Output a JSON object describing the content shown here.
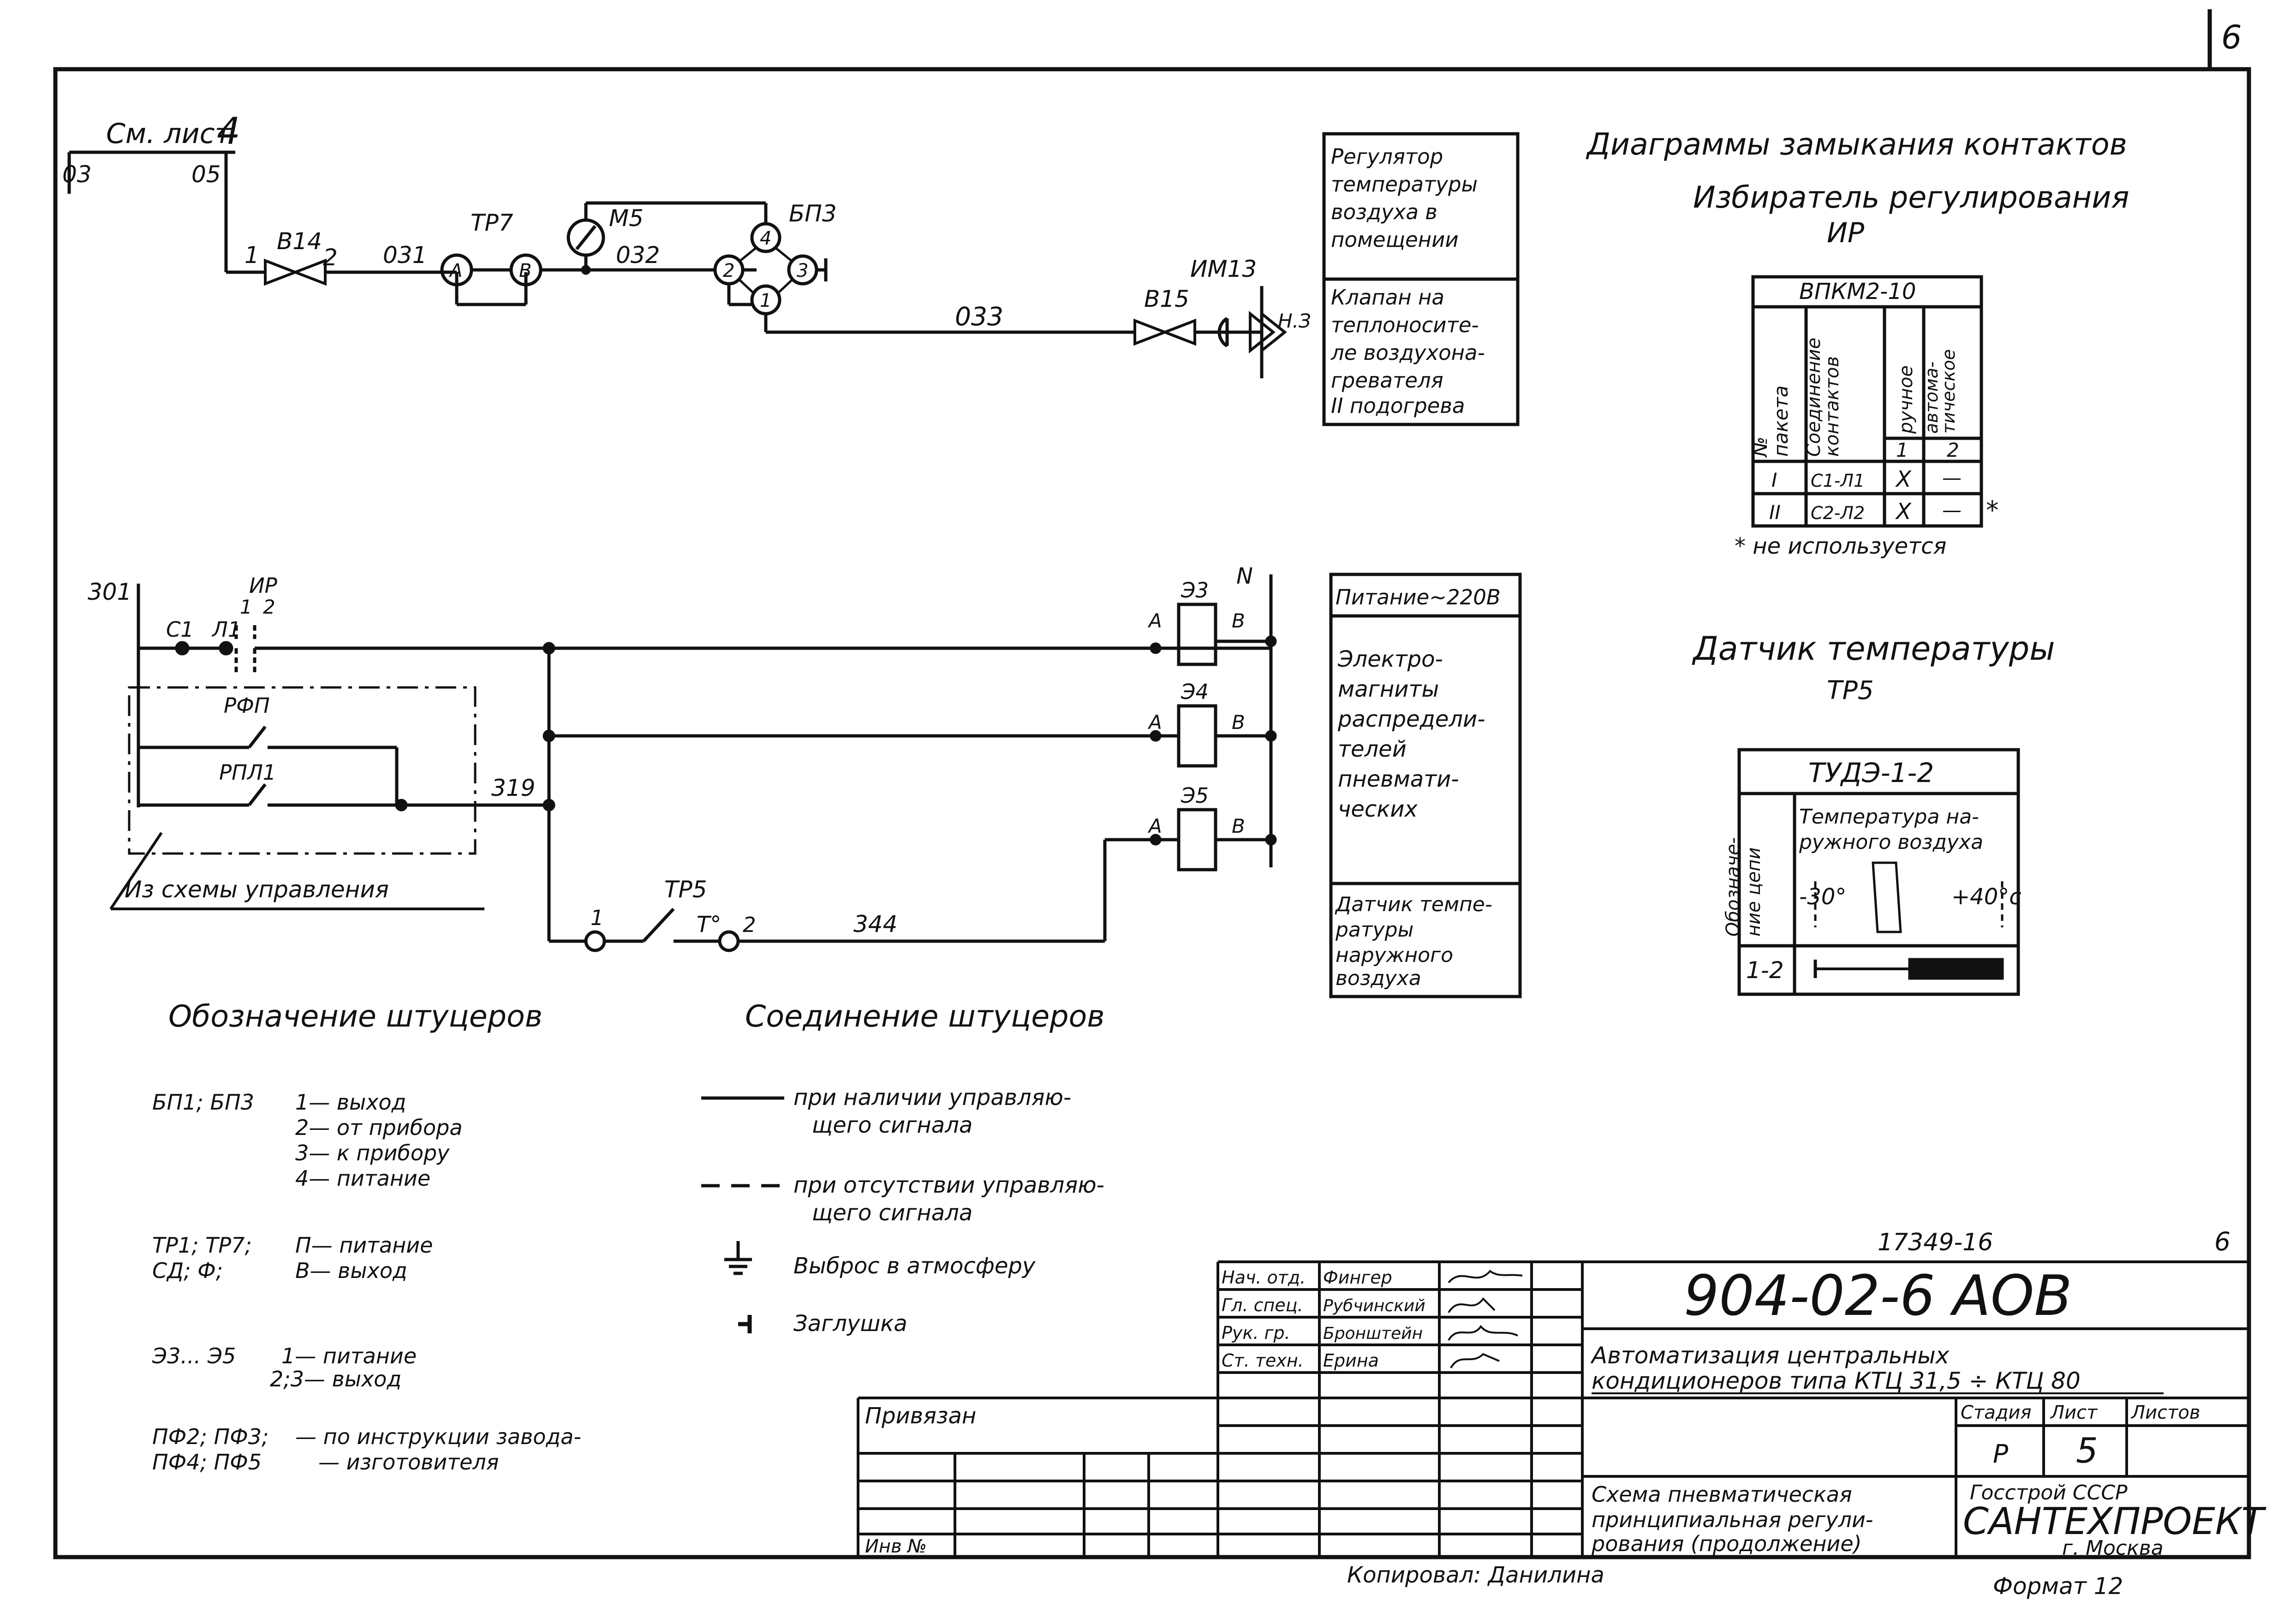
{
  "sheet_number": "6",
  "top": {
    "see_sheet": "См. лист",
    "sheet_ref": "4",
    "l03": "03",
    "l05": "05"
  },
  "pneu": {
    "node1": "1",
    "valve_v14": "В14",
    "node2": "2",
    "l031": "031",
    "tr7": "ТР7",
    "tr7_a": "А",
    "tr7_b": "В",
    "m5": "М5",
    "l032": "032",
    "bp3": "БП3",
    "bp3_1": "1",
    "bp3_2": "2",
    "bp3_3": "3",
    "bp3_4": "4",
    "l033": "033",
    "valve_v15": "В15",
    "im13": "ИМ13",
    "n3": "Н.З"
  },
  "legend_top": {
    "r1": [
      "Регулятор",
      "температуры",
      "воздуха в",
      "помещении"
    ],
    "r2": [
      "Клапан на",
      "теплоносите-",
      "ле воздухона-",
      "гревателя",
      "II подогрева"
    ]
  },
  "elec": {
    "l301": "301",
    "c1": "С1",
    "l1": "Л1",
    "ir": "ИР",
    "ir1": "1",
    "ir2": "2",
    "rfp": "РФП",
    "rpl1": "РПЛ1",
    "l319": "319",
    "from_scheme": "Из схемы управления",
    "tr5": "ТР5",
    "tr5_1": "1",
    "tr5_t": "Т°",
    "tr5_2": "2",
    "l344": "344",
    "n": "N",
    "coils": [
      {
        "name": "Э3",
        "a": "А",
        "b": "В"
      },
      {
        "name": "Э4",
        "a": "А",
        "b": "В"
      },
      {
        "name": "Э5",
        "a": "А",
        "b": "В"
      }
    ]
  },
  "legend_bottom": {
    "r1": [
      "Питание~220В"
    ],
    "r2": [
      "Электро-",
      "магниты",
      "распредели-",
      "телей",
      "пневмати-",
      "ческих"
    ],
    "r3": [
      "Датчик темпе-",
      "ратуры",
      "наружного",
      "воздуха"
    ]
  },
  "contacts": {
    "title": "Диаграммы замыкания контактов",
    "selector_title": "Избиратель регулирования",
    "selector_sub": "ИР",
    "table_title": "ВПКМ2-10",
    "col_pkg": [
      "№",
      "пакета"
    ],
    "col_conn": [
      "Соединение",
      "контактов"
    ],
    "col_manual": "ручное",
    "col_auto": [
      "автома-",
      "тическое"
    ],
    "pos1": "1",
    "pos2": "2",
    "rows": [
      {
        "pkg": "I",
        "conn": "С1-Л1",
        "m": "X",
        "a": "—",
        "note": ""
      },
      {
        "pkg": "II",
        "conn": "С2-Л2",
        "m": "X",
        "a": "—",
        "note": "*"
      }
    ],
    "footnote": "* не используется"
  },
  "sensor": {
    "title": "Датчик температуры",
    "sub": "ТР5",
    "table_title": "ТУДЭ-1-2",
    "col_circuit": [
      "Обозначе-",
      "ние цепи"
    ],
    "col_temp": [
      "Температура на-",
      "ружного воздуха"
    ],
    "t_min": "-30°",
    "t_max": "+40°с",
    "row": "1-2"
  },
  "fittings": {
    "title": "Обозначение штуцеров",
    "g1_label": "БП1; БП3",
    "g1": [
      "1— выход",
      "2— от прибора",
      "3— к прибору",
      "4— питание"
    ],
    "g2_label": [
      "ТР1; ТР7;",
      "СД; Ф;"
    ],
    "g2": [
      "П— питание",
      "В— выход"
    ],
    "g3_label": "Э3... Э5",
    "g3": [
      "1— питание",
      "2;3— выход"
    ],
    "g4_label": [
      "ПФ2; ПФ3;",
      "ПФ4; ПФ5"
    ],
    "g4": [
      "— по инструкции завода-",
      "— изготовителя"
    ]
  },
  "connections": {
    "title": "Соединение штуцеров",
    "solid": [
      "при наличии управляю-",
      "щего сигнала"
    ],
    "dashed": [
      "при отсутствии управляю-",
      "щего сигнала"
    ],
    "exhaust": "Выброс в атмосферу",
    "plug": "Заглушка"
  },
  "stamp": {
    "doc_no": "17349-16",
    "sheet_corner": "6",
    "code": "904-02-6 АОВ",
    "staff": [
      {
        "role": "Нач. отд.",
        "name": "Фингер"
      },
      {
        "role": "Гл. спец.",
        "name": "Рубчинский"
      },
      {
        "role": "Рук. гр.",
        "name": "Бронштейн"
      },
      {
        "role": "Ст. техн.",
        "name": "Ерина"
      }
    ],
    "title1": "Автоматизация центральных",
    "title2": "кондиционеров типа КТЦ 31,5 ÷ КТЦ 80",
    "stage_h": "Стадия",
    "sheet_h": "Лист",
    "sheets_h": "Листов",
    "stage": "Р",
    "sheet": "5",
    "dtitle1": "Схема пневматическая",
    "dtitle2": "принципиальная регули-",
    "dtitle3": "рования (продолжение)",
    "org1": "Госстрой СССР",
    "org2": "САНТЕХПРОЕКТ",
    "org3": "г. Москва",
    "bound": "Привязан",
    "inv": "Инв №",
    "copied": "Копировал: Данилина",
    "format": "Формат 12"
  }
}
